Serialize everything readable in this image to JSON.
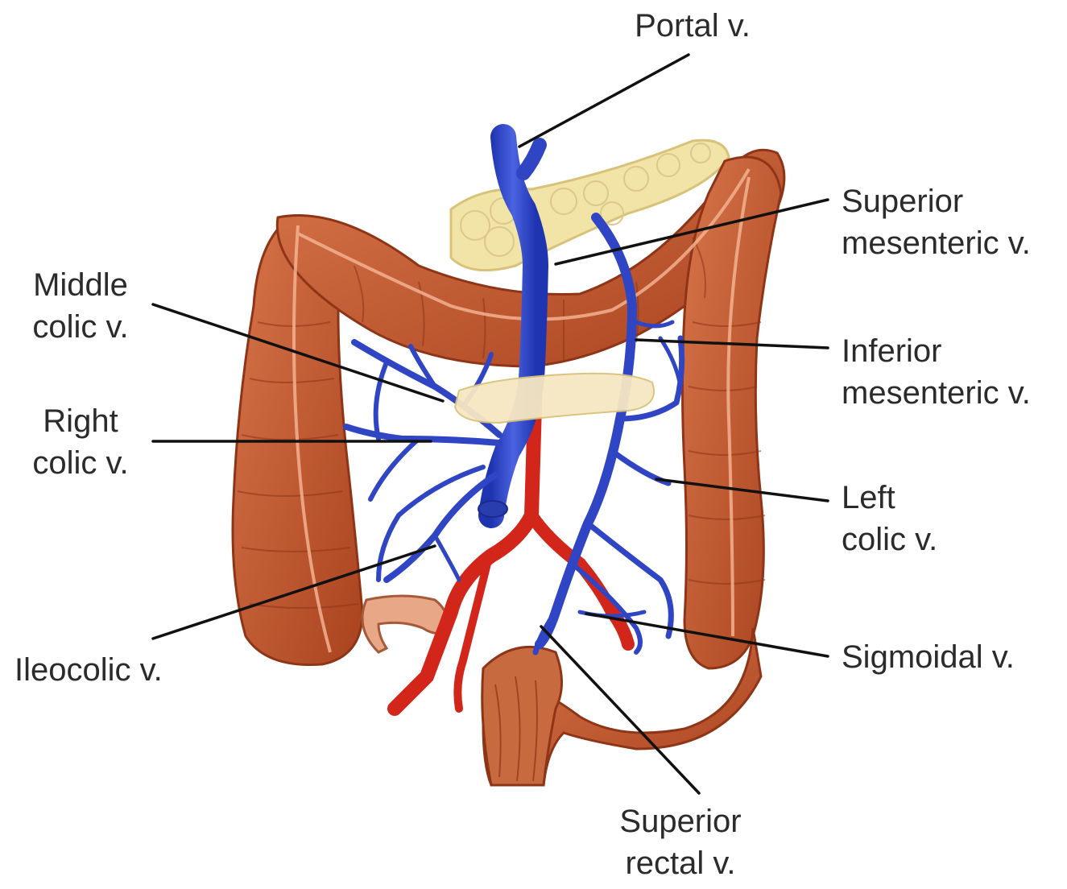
{
  "labels": {
    "portal": [
      "Portal v."
    ],
    "superior_mesenteric": [
      "Superior",
      "mesenteric v."
    ],
    "middle_colic": [
      "Middle",
      "colic v."
    ],
    "inferior_mesenteric": [
      "Inferior",
      "mesenteric v."
    ],
    "right_colic": [
      "Right",
      "colic v."
    ],
    "left_colic": [
      "Left",
      "colic v."
    ],
    "ileocolic": [
      "Ileocolic v."
    ],
    "sigmoidal": [
      "Sigmoidal v."
    ],
    "superior_rectal": [
      "Superior",
      "rectal v."
    ]
  },
  "colors": {
    "colon": "#c0582e",
    "colon_dark": "#8e3518",
    "vein": "#2f45c4",
    "artery": "#d3261a",
    "pancreas": "#f2e3a6",
    "leader_line": "#111111"
  }
}
